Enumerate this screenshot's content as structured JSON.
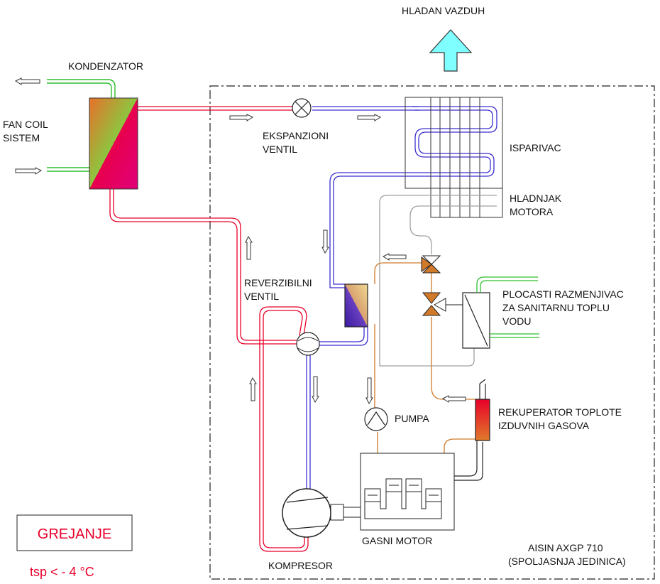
{
  "labels": {
    "hladan_vazduh": "HLADAN VAZDUH",
    "kondenzator": "KONDENZATOR",
    "fan_coil_1": "FAN COIL",
    "fan_coil_2": "SISTEM",
    "ekspanzioni_1": "EKSPANZIONI",
    "ekspanzioni_2": "VENTIL",
    "isparivac": "ISPARIVAC",
    "hladnjak_1": "HLADNJAK",
    "hladnjak_2": "MOTORA",
    "reverzibilni_1": "REVERZIBILNI",
    "reverzibilni_2": "VENTIL",
    "plocasti_1": "PLOCASTI RAZMENJIVAC",
    "plocasti_2": "ZA SANITARNU TOPLU",
    "plocasti_3": "VODU",
    "pumpa": "PUMPA",
    "rekuperator_1": "REKUPERATOR TOPLOTE",
    "rekuperator_2": "IZDUVNIH GASOVA",
    "gasni_motor": "GASNI MOTOR",
    "kompresor": "KOMPRESOR",
    "aisin_1": "AISIN AXGP 710",
    "aisin_2": "(SPOLJASNJA JEDINICA)"
  },
  "mode": {
    "title": "GREJANJE",
    "temperature": "tsp < - 4 °C"
  },
  "colors": {
    "hot_pipe": "#e8002a",
    "cold_pipe": "#3a2fd0",
    "water_pipe": "#2fbf2f",
    "coolant_pipe": "#d07a2a",
    "gray_pipe": "#a0a0a0",
    "air_arrow": "#7fffff"
  }
}
